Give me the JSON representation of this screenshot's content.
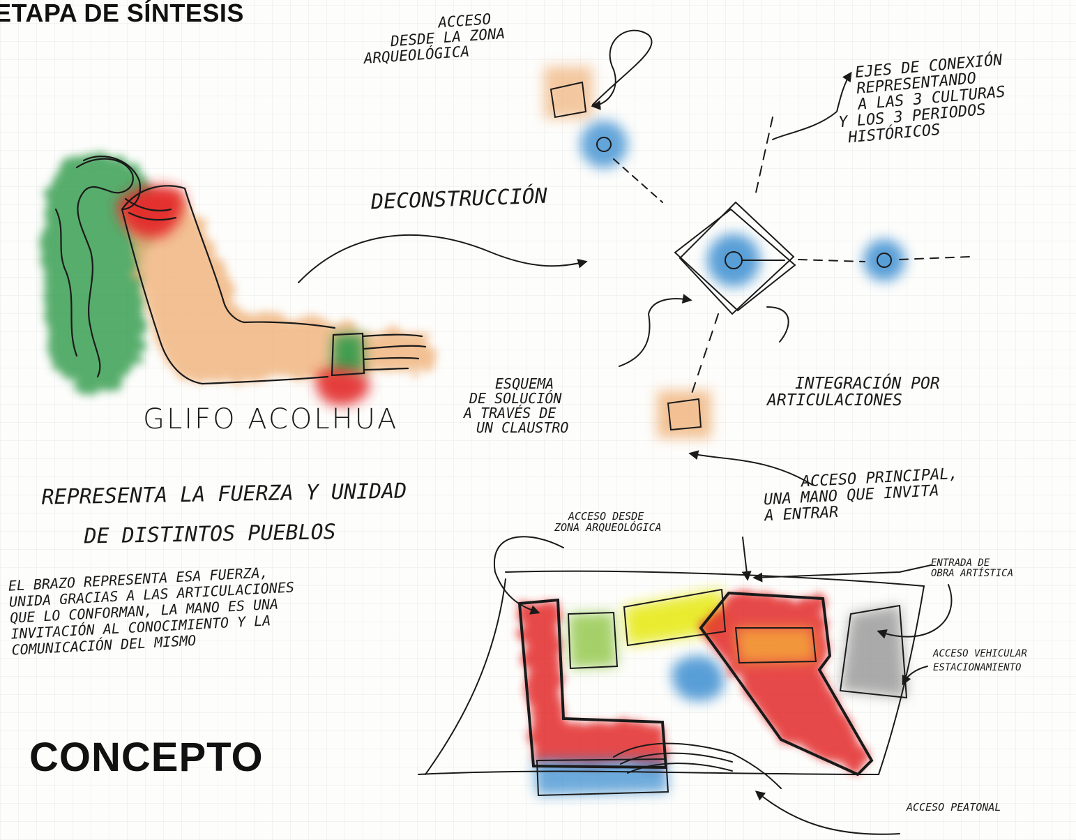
{
  "headings": {
    "top": "ETAPA DE SÍNTESIS",
    "concept": "CONCEPTO"
  },
  "annotations": {
    "acceso_zona_arq": [
      "Acceso",
      "desde la zona",
      "arqueológica"
    ],
    "ejes": [
      "Ejes de conexión",
      "representando",
      "a las 3 culturas",
      "y los 3 periodos",
      "históricos"
    ],
    "deconstruccion": "Deconstrucción",
    "glifo": "Glifo Acolhua",
    "esquema": [
      "Esquema",
      "de solución",
      "a través de",
      "un claustro"
    ],
    "integracion": [
      "Integración por",
      "articulaciones"
    ],
    "representa": [
      "Representa la fuerza y unidad",
      "de distintos pueblos"
    ],
    "brazo": [
      "El brazo representa esa fuerza,",
      "unida gracias a las articulaciones",
      "que lo conforman, la mano es una",
      "invitación al conocimiento y la",
      "comunicación del mismo"
    ],
    "acceso_principal": [
      "Acceso principal,",
      "una mano que invita",
      "a entrar"
    ],
    "acceso_desde_zona": [
      "Acceso desde",
      "zona arqueológica"
    ],
    "entrada_obra": [
      "Entrada de",
      "obra artística"
    ],
    "acceso_vehicular": [
      "Acceso vehicular",
      "estacionamiento"
    ],
    "acceso_peatonal": "Acceso peatonal"
  },
  "colors": {
    "ink": "#1a1a1a",
    "green_wash": "#2e9a4a",
    "red_wash": "#e32b2b",
    "tan_wash": "#f0b27a",
    "blue_wash": "#3d8fd1",
    "yellow_wash": "#e7ea1c",
    "lightgreen_wash": "#9ccc5a",
    "orange_wash": "#f39b3a",
    "gray_wash": "#9c9c9c"
  }
}
